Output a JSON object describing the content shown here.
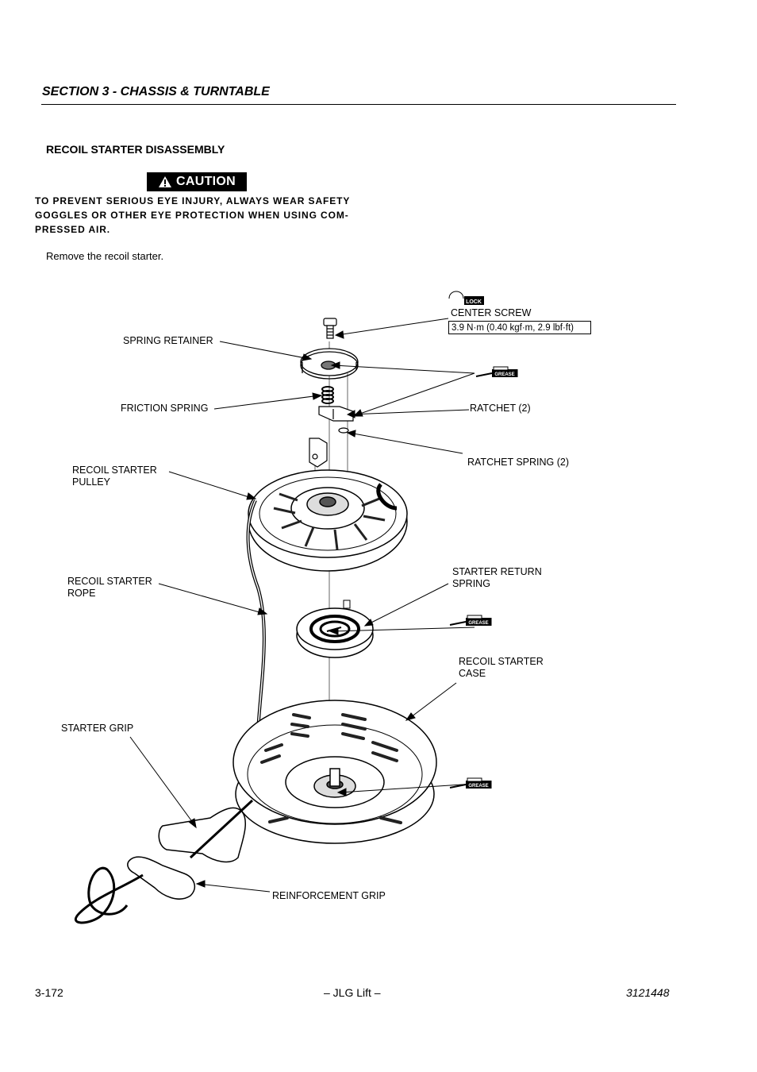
{
  "header": {
    "section": "SECTION 3 - CHASSIS & TURNTABLE"
  },
  "title": "RECOIL STARTER DISASSEMBLY",
  "caution": {
    "label": "CAUTION",
    "text": "TO PREVENT SERIOUS EYE INJURY, ALWAYS WEAR SAFETY GOGGLES OR OTHER EYE PROTECTION WHEN USING COM-PRESSED AIR."
  },
  "instruction": "Remove the recoil starter.",
  "diagram": {
    "labels": {
      "center_screw": "CENTER SCREW",
      "torque": "3.9 N·m (0.40 kgf·m, 2.9 lbf·ft)",
      "spring_retainer": "SPRING RETAINER",
      "friction_spring": "FRICTION SPRING",
      "ratchet": "RATCHET (2)",
      "ratchet_spring": "RATCHET SPRING (2)",
      "pulley_line1": "RECOIL STARTER",
      "pulley_line2": "PULLEY",
      "rope_line1": "RECOIL STARTER",
      "rope_line2": "ROPE",
      "return_spring_line1": "STARTER RETURN",
      "return_spring_line2": "SPRING",
      "case_line1": "RECOIL STARTER",
      "case_line2": "CASE",
      "starter_grip": "STARTER GRIP",
      "reinforcement_grip": "REINFORCEMENT GRIP"
    },
    "symbols": {
      "lock": "LOCK",
      "grease": "GREASE"
    }
  },
  "footer": {
    "page_number": "3-172",
    "brand": "– JLG Lift –",
    "doc_number": "3121448"
  }
}
